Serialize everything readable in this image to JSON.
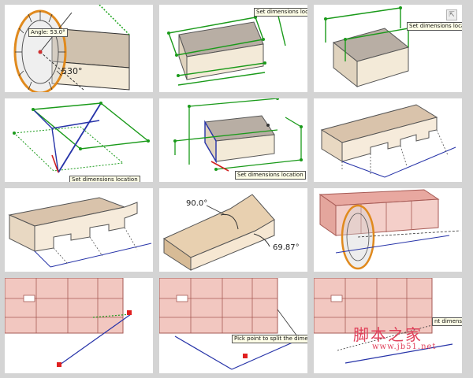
{
  "tooltips": {
    "angle": "Angle: 53.0°",
    "set_dims": "Set dimensions location",
    "set_dims_short": "Set dimensions loca",
    "split": "Pick point to split the dimension"
  },
  "labels": {
    "angle_value": "530°",
    "angle_90": "90.0°",
    "angle_6987": "69.87°",
    "cut_dims": "nt dimens"
  },
  "expand_icon": "expand-icon",
  "watermark": {
    "title": "脚本之家",
    "url": "www.jb51.net"
  }
}
